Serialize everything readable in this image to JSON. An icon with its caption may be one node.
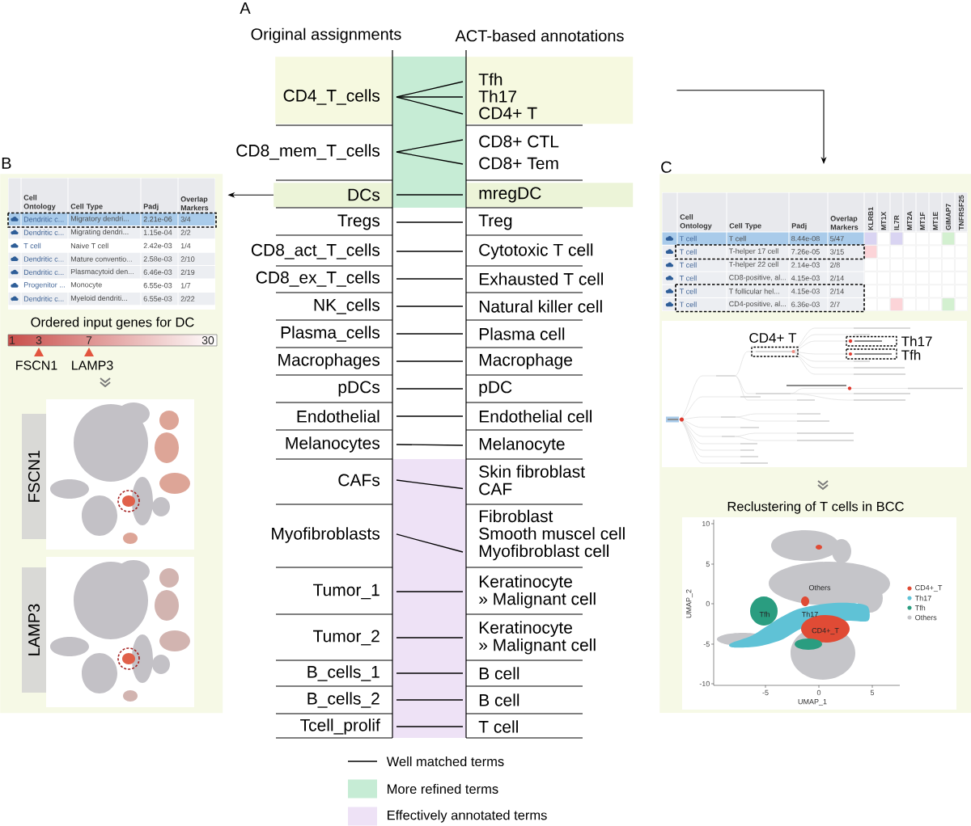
{
  "diagram": {
    "nodes": [
      {
        "text": [],
        "shape": "bar"
      },
      {
        "text": [
          "CD4_T_cells"
        ],
        "in": 0
      },
      {
        "text": [
          "Tfh"
        ],
        "in": 0
      },
      {
        "text": [
          "Th17"
        ],
        "in": 0
      },
      {
        "text": [
          "CD4+ T"
        ],
        "in": 0
      },
      {
        "text": [
          "CD8_mem_T_cells"
        ]
      },
      {
        "text": [
          "CD8+ CTL"
        ]
      },
      {
        "text": [
          "CD8+ Tem"
        ]
      },
      {
        "text": [],
        "shape": "bar"
      },
      {
        "text": [
          "DCs"
        ],
        "in": 8
      },
      {
        "text": [
          "mregDC"
        ],
        "in": 8
      },
      {
        "text": [
          "Tregs"
        ]
      },
      {
        "text": [
          "Treg"
        ]
      },
      {
        "text": [
          "CD8_act_T_cells"
        ]
      },
      {
        "text": [
          "Cytotoxic T cell"
        ]
      },
      {
        "text": [
          "CD8_ex_T_cells"
        ]
      },
      {
        "text": [
          "Exhausted T cell"
        ]
      },
      {
        "text": [
          "NK_cells"
        ]
      },
      {
        "text": [
          "Natural killer cell"
        ]
      },
      {
        "text": [
          "Plasma_cells"
        ]
      },
      {
        "text": [
          "Plasma cell"
        ]
      },
      {
        "text": [
          "Macrophages"
        ]
      },
      {
        "text": [
          "Macrophage"
        ]
      },
      {
        "text": [
          "pDCs"
        ]
      },
      {
        "text": [
          "pDC"
        ]
      },
      {
        "text": [
          "Endothelial"
        ]
      },
      {
        "text": [
          "Endothelial cell"
        ]
      },
      {
        "text": [
          "Melanocytes"
        ]
      },
      {
        "text": [
          "Melanocyte"
        ]
      },
      {
        "text": [
          "CAFs"
        ]
      },
      {
        "text": [
          "Skin fibroblast",
          "CAF"
        ]
      },
      {
        "text": [
          "Myofibroblasts"
        ]
      },
      {
        "text": [
          "Fibroblast",
          "Smooth muscel cell",
          "Myofibroblast cell"
        ]
      },
      {
        "text": [
          "Tumor_1"
        ]
      },
      {
        "text": [
          "Keratinocyte",
          "» Malignant cell"
        ]
      },
      {
        "text": [
          "Tumor_2"
        ]
      },
      {
        "text": [
          "Keratinocyte",
          "» Malignant cell"
        ]
      },
      {
        "text": [
          "B_cells_1"
        ]
      },
      {
        "text": [
          "B cell"
        ]
      },
      {
        "text": [
          "B_cells_2"
        ]
      },
      {
        "text": [
          "B cell"
        ]
      },
      {
        "text": [
          "Tcell_prolif"
        ]
      },
      {
        "text": [
          "T cell"
        ]
      },
      {
        "text": [
          "B"
        ]
      },
      {
        "text": [
          "FSCN1"
        ],
        "in": 43
      },
      {
        "text": [
          "LAMP3"
        ],
        "in": 43
      },
      {
        "text": [
          "C"
        ]
      }
    ],
    "edges": [
      {
        "from": 1,
        "to": 2,
        "arrow": "none"
      },
      {
        "from": 1,
        "to": 3,
        "arrow": "none"
      },
      {
        "from": 1,
        "to": 4,
        "arrow": "none"
      },
      {
        "from": 5,
        "to": 6,
        "arrow": "none"
      },
      {
        "from": 5,
        "to": 7,
        "arrow": "none"
      },
      {
        "from": 9,
        "to": 10,
        "arrow": "none"
      },
      {
        "from": 11,
        "to": 12,
        "arrow": "none"
      },
      {
        "from": 13,
        "to": 14,
        "arrow": "none"
      },
      {
        "from": 15,
        "to": 16,
        "arrow": "none"
      },
      {
        "from": 17,
        "to": 18,
        "arrow": "none"
      },
      {
        "from": 19,
        "to": 20,
        "arrow": "none"
      },
      {
        "from": 21,
        "to": 22,
        "arrow": "none"
      },
      {
        "from": 23,
        "to": 24,
        "arrow": "none"
      },
      {
        "from": 25,
        "to": 26,
        "arrow": "none"
      },
      {
        "from": 27,
        "to": 28,
        "arrow": "none"
      },
      {
        "from": 29,
        "to": 30,
        "arrow": "none"
      },
      {
        "from": 31,
        "to": 32,
        "arrow": "none"
      },
      {
        "from": 33,
        "to": 34,
        "arrow": "none"
      },
      {
        "from": 35,
        "to": 36,
        "arrow": "none"
      },
      {
        "from": 37,
        "to": 38,
        "arrow": "none"
      },
      {
        "from": 39,
        "to": 40,
        "arrow": "none"
      },
      {
        "from": 41,
        "to": 42,
        "arrow": "none"
      },
      {
        "from": 8,
        "to": 43,
        "arrow": "to"
      },
      {
        "from": 0,
        "to": 46,
        "arrow": "to"
      }
    ],
    "labels": [
      "A",
      "Original assignments",
      "ACT-based annotations",
      "Cell Ontology",
      "Cell Type",
      "Padj",
      "Overlap Markers",
      "Dendritic c...",
      "Migratory dendri...",
      "2.21e-06",
      "3/4",
      "Dendritic c...",
      "Migrating dendri...",
      "1.15e-04",
      "2/2",
      "T cell",
      "Naive T cell",
      "2.42e-03",
      "1/4",
      "Dendritic c...",
      "Mature conventio...",
      "2.58e-03",
      "2/10",
      "Dendritic c...",
      "Plasmacytoid den...",
      "6.46e-03",
      "2/19",
      "Progenitor ...",
      "Monocyte",
      "6.55e-03",
      "1/7",
      "Dendritic c...",
      "Myeloid dendriti...",
      "6.55e-03",
      "2/22",
      "Ordered input genes for DC",
      "1",
      "3",
      "7",
      "30",
      "FSCN1",
      "LAMP3",
      "Cell Ontology",
      "Cell Type",
      "Padj",
      "Overlap Markers",
      "KLRB1",
      "MT1X",
      "IL7R",
      "MT2A",
      "MT1F",
      "MT1E",
      "GIMAP7",
      "TNFRSF25",
      "T cell",
      "T cell",
      "8.44e-08",
      "5/47",
      "T cell",
      "T-helper 17 cell",
      "7.26e-05",
      "3/15",
      "T cell",
      "T-helper 22 cell",
      "2.14e-03",
      "2/8",
      "T cell",
      "CD8-positive, al...",
      "4.15e-03",
      "2/14",
      "T cell",
      "T follicular hel...",
      "4.15e-03",
      "2/14",
      "T cell",
      "CD4-positive, al...",
      "6.36e-03",
      "2/7",
      "CD4+ T",
      "Th17",
      "Tfh",
      "Reclustering of T cells in BCC",
      "10",
      "5",
      "0",
      "-5",
      "-10",
      "-5",
      "0",
      "5",
      "UMAP_1",
      "UMAP_2",
      "Others",
      "Tfh",
      "Th17",
      "CD4+_T"
    ],
    "legend": [
      {
        "text": "Well matched terms"
      },
      {
        "text": "More refined terms",
        "color": "#c6ecd5"
      },
      {
        "text": "Effectively annotated terms",
        "color": "#eee2f6"
      },
      {
        "text": "CD4+_T",
        "color": "#e04b35"
      },
      {
        "text": "Th17",
        "color": "#5fc2d6"
      },
      {
        "text": "Tfh",
        "color": "#2a9d80"
      },
      {
        "text": "Others",
        "color": "#c5c5c9"
      }
    ]
  }
}
